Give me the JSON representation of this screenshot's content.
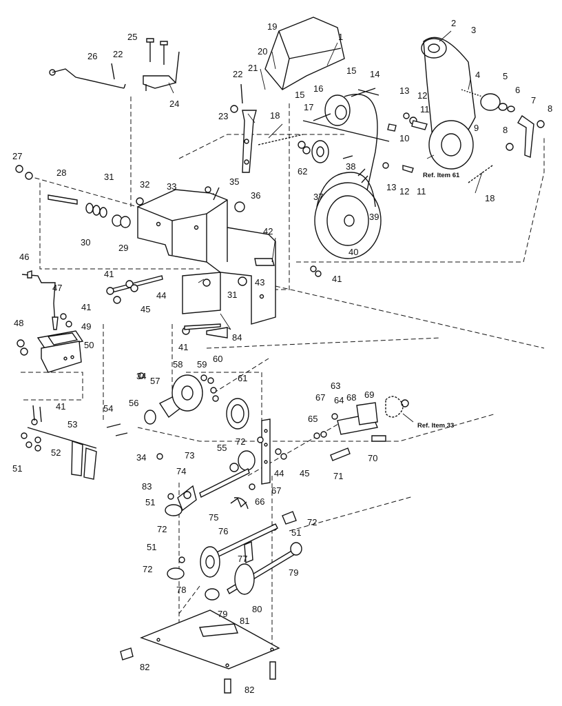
{
  "callouts": [
    "1",
    "2",
    "3",
    "4",
    "5",
    "6",
    "7",
    "8",
    "9",
    "10",
    "11",
    "12",
    "13",
    "14",
    "15",
    "16",
    "17",
    "18",
    "19",
    "20",
    "21",
    "22",
    "23",
    "24",
    "25",
    "26",
    "27",
    "28",
    "29",
    "30",
    "31",
    "32",
    "33",
    "34",
    "35",
    "36",
    "37",
    "38",
    "39",
    "40",
    "41",
    "42",
    "43",
    "44",
    "45",
    "46",
    "47",
    "48",
    "49",
    "50",
    "51",
    "52",
    "53",
    "54",
    "55",
    "56",
    "57",
    "58",
    "59",
    "60",
    "61",
    "62",
    "63",
    "64",
    "65",
    "66",
    "67",
    "68",
    "69",
    "70",
    "71",
    "72",
    "73",
    "74",
    "75",
    "76",
    "77",
    "78",
    "79",
    "80",
    "81",
    "82",
    "83",
    "84"
  ],
  "references": {
    "ref_61": "Ref. Item 61",
    "ref_33": "Ref. Item 33"
  }
}
